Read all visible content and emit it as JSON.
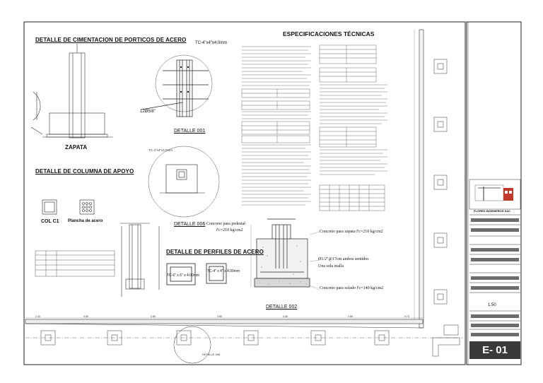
{
  "drawing": {
    "titles": {
      "cimentacion": "DETALLE DE CIMENTACION DE PORTICOS DE ACERO",
      "columna_apoyo": "DETALLE DE COLUMNA DE APOYO",
      "perfiles": "DETALLE DE PERFILES DE ACERO",
      "especificaciones": "ESPECIFICACIONES TÉCNICAS"
    },
    "labels": {
      "zapata": "ZAPATA",
      "detalle_001": "DETALLE 001",
      "detalle_002": "DETALLE 002",
      "detalle_006": "DETALLE 006",
      "detalle_008": "DETALLE 008",
      "col_c1": "COL C1",
      "plancha": "Plancha de acero",
      "tc_top": "TC-4\"x4\"x4.0mm",
      "tc_mid": "TC-4\"x4\"x4.0mm",
      "tc_bottom_1": "TC-6\" x 6\" x 4.00mm",
      "tc_bottom_2": "TC-4\" x 4\" x 4.00mm",
      "diam": "12Ø5/8\"",
      "concreto_pedestal_1": "Concreto para pedestal",
      "concreto_pedestal_2": "f'c=210 kg/cm2",
      "concreto_zapata": "Concreto para zapata f'c=210 kg/cm2",
      "refuerzo": "Ø1/2\"@17cm ambos sentidos",
      "malla": "Una sola malla",
      "solado": "Concreto para solado f'c=140 kg/cm2"
    },
    "dimensions": [
      "2.30",
      "0.85",
      "0.85",
      "0.85",
      "0.85",
      "0.85",
      "0.75"
    ]
  },
  "title_block": {
    "company": "FLORES INGENIEROS SAC",
    "scale": "1:50",
    "sheet_code": "E- 01"
  }
}
